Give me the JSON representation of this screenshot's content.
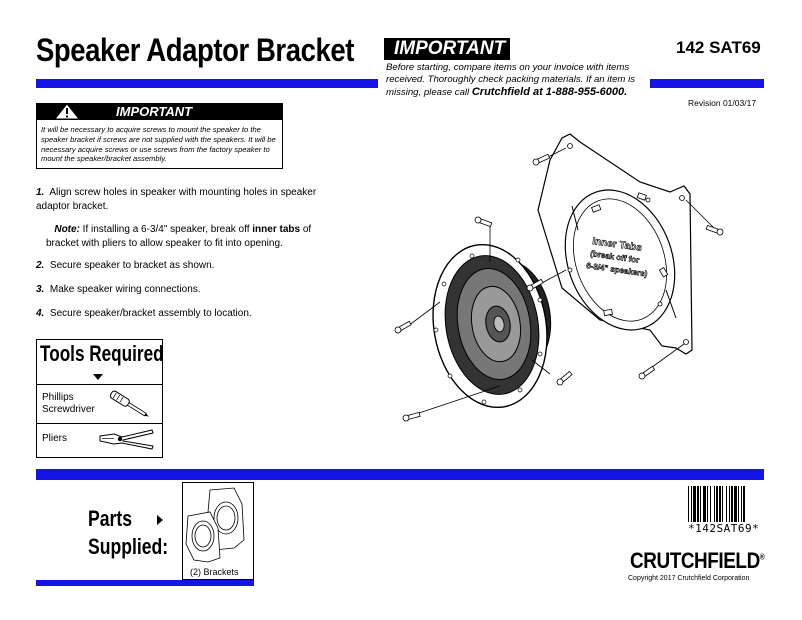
{
  "header": {
    "title": "Speaker Adaptor Bracket",
    "important_label": "IMPORTANT",
    "important_text": "Before starting, compare items on your invoice with items received.  Thoroughly check packing materials.  If an item is missing, please call ",
    "important_phone": "Crutchfield at 1-888-955-6000.",
    "part_number": "142 SAT69",
    "revision": "Revision 01/03/17"
  },
  "warning": {
    "label": "IMPORTANT",
    "icon": "warning-triangle-icon",
    "text": "It will be necessary to acquire screws to mount the speaker to the speaker bracket if screws are not supplied with the speakers. It will be necessary acquire screws or use screws from the factory speaker to mount the speaker/bracket assembly."
  },
  "steps": [
    {
      "num": "1.",
      "text": "Align screw holes in speaker with mounting holes in speaker adaptor bracket."
    },
    {
      "note_label": "Note:",
      "note_pre": " If installing a 6-3/4\" speaker, break off ",
      "note_bold": "inner tabs",
      "note_post": " of bracket with pliers to allow speaker to fit into opening."
    },
    {
      "num": "2.",
      "text": "Secure speaker to bracket as shown."
    },
    {
      "num": "3.",
      "text": "Make speaker wiring connections."
    },
    {
      "num": "4.",
      "text": "Secure speaker/bracket assembly to location."
    }
  ],
  "tools": {
    "title": "Tools Required",
    "items": [
      {
        "label": "Phillips Screwdriver",
        "icon": "screwdriver-icon"
      },
      {
        "label": "Pliers",
        "icon": "pliers-icon"
      }
    ]
  },
  "parts": {
    "title_line1": "Parts",
    "title_line2": "Supplied:",
    "item_label": "(2) Brackets"
  },
  "diagram": {
    "label_line1": "Inner Tabs",
    "label_line2": "(break off for",
    "label_line3": "6-3/4\" speakers)"
  },
  "footer": {
    "barcode_text": "*142SAT69*",
    "logo": "CRUTCHFIELD",
    "logo_mark": "®",
    "copyright": "Copyright 2017  Crutchfield Corporation"
  },
  "colors": {
    "accent_blue": "#1414e6",
    "black": "#000000"
  }
}
